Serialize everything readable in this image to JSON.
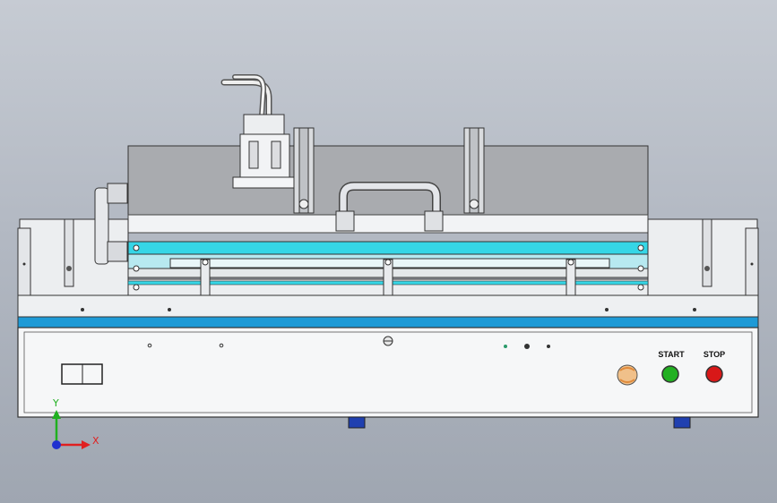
{
  "controls": {
    "start_label": "START",
    "stop_label": "STOP",
    "start_color": "#22b022",
    "stop_color": "#d81818",
    "estop_color": "#e08a3a"
  },
  "axes": {
    "x_label": "X",
    "y_label": "Y",
    "x_color": "#e02020",
    "y_color": "#20b020",
    "z_color": "#2030d0"
  },
  "colors": {
    "accent_blue": "#1e9ad6",
    "rail_cyan": "#35d6e6",
    "foot_blue": "#2040b0"
  },
  "icons": {
    "coordinate_triad": "xyz-triad-icon",
    "emergency_stop": "emergency-stop-icon"
  }
}
